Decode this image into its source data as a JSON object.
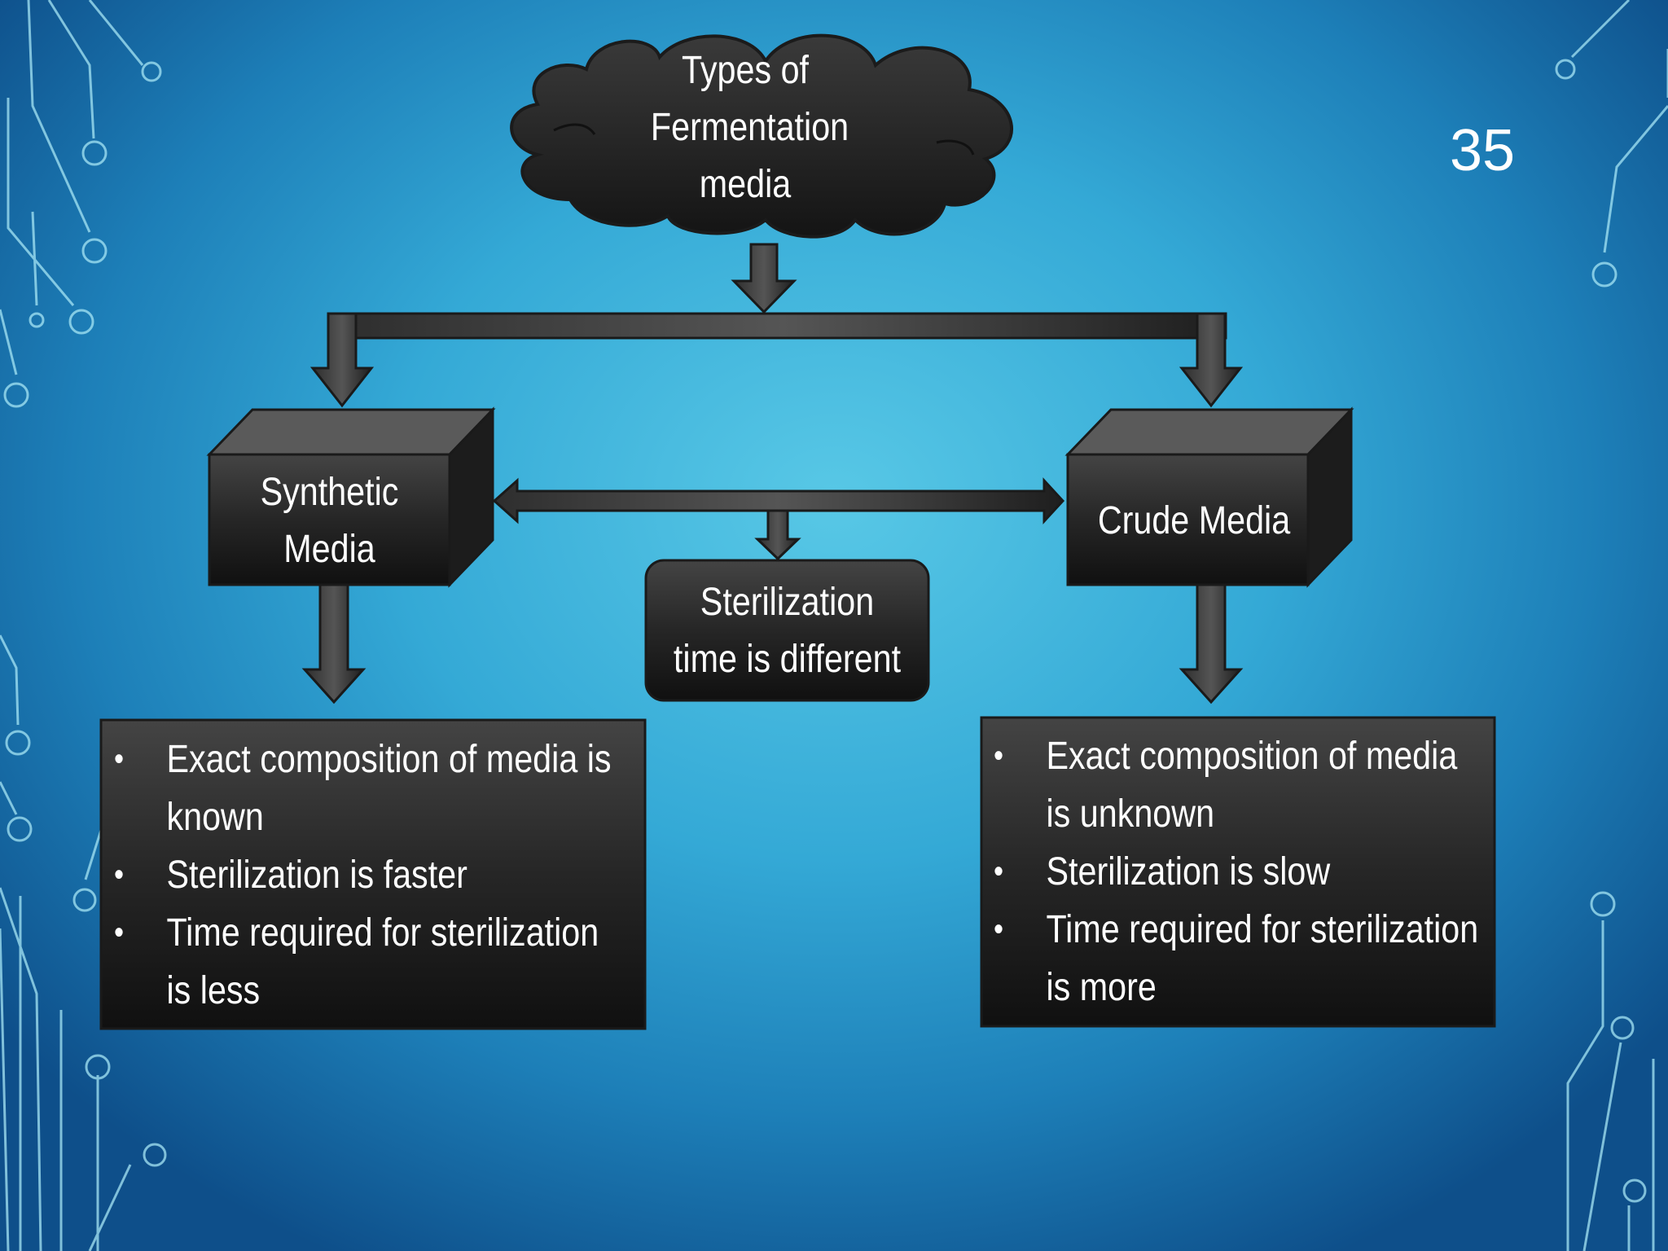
{
  "slide": {
    "number": "35"
  },
  "root": {
    "label": "Types of Fermentation media"
  },
  "nodes": {
    "synthetic": {
      "label": "Synthetic Media"
    },
    "crude": {
      "label": "Crude Media"
    },
    "middle": {
      "label": "Sterilization time is different"
    }
  },
  "lists": {
    "synthetic": [
      "Exact composition of media is known",
      "Sterilization is faster",
      "Time required for sterilization is less"
    ],
    "crude": [
      "Exact composition of media is unknown",
      "Sterilization is slow",
      "Time required for sterilization is more"
    ]
  },
  "colors": {
    "background_light": "#58c8e6",
    "background_dark": "#0e4f8a",
    "box_fill": "#2b2b2b",
    "box_top": "#555555",
    "box_side": "#1a1a1a",
    "text": "#ffffff",
    "decoration": "#9fe3f3"
  }
}
